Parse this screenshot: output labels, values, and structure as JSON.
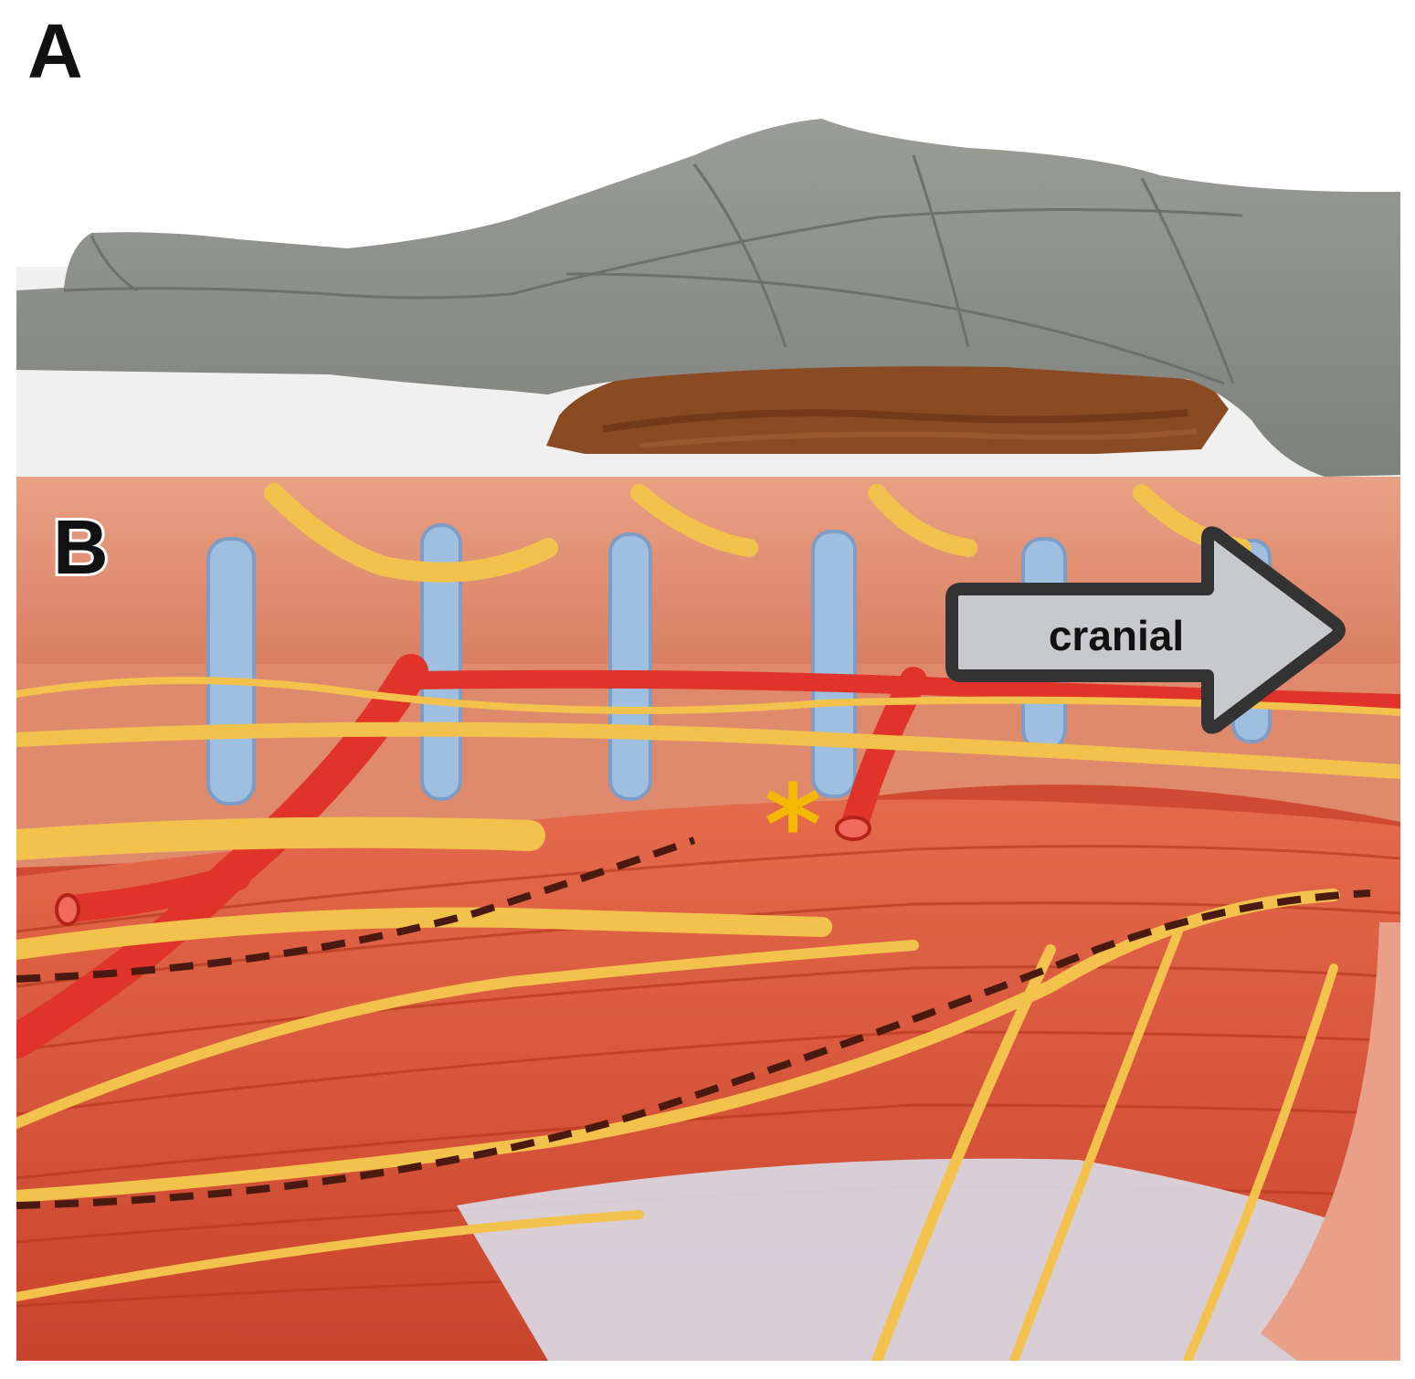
{
  "panels": [
    {
      "id": "A",
      "label": "A"
    },
    {
      "id": "B",
      "label": "B"
    }
  ],
  "direction_arrow": {
    "label": "cranial",
    "icon": "right-arrow-icon"
  },
  "marker": {
    "icon": "asterisk-icon",
    "color": "#f5b800"
  },
  "colors": {
    "drape": "#8f918c",
    "pillow": "#8a4a22",
    "table": "#f0f0f0",
    "muscle": "#d9533a",
    "bone": "#e8967a",
    "disc": "#9fbfe0",
    "nerve": "#f3c24c",
    "artery": "#e0342a",
    "dashed_line": "#4a1a10",
    "arrow_fill": "#c8c9cc",
    "arrow_stroke": "#333333"
  }
}
